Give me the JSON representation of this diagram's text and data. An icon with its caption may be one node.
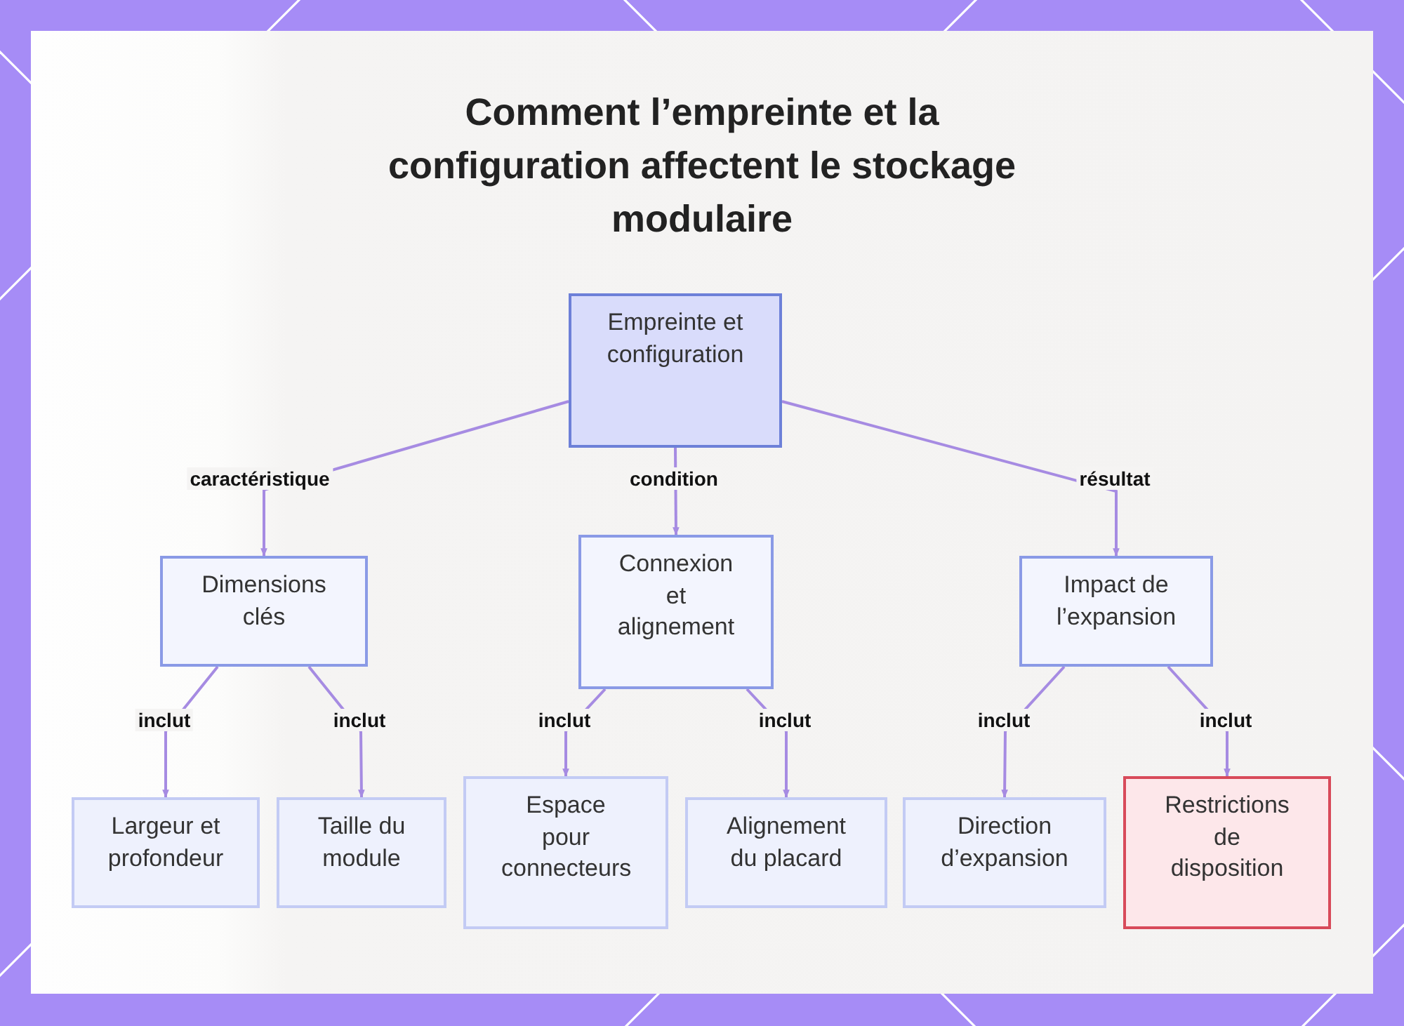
{
  "diagram": {
    "title": "Comment l’empreinte et la configuration affectent le stockage modulaire",
    "nodes": [
      {
        "text": [
          "Empreinte et configuration"
        ]
      },
      {
        "text": [
          "Dimensions clés"
        ]
      },
      {
        "text": [
          "Connexion et alignement"
        ]
      },
      {
        "text": [
          "Impact de l’expansion"
        ]
      },
      {
        "text": [
          "Largeur et profondeur"
        ]
      },
      {
        "text": [
          "Taille du module"
        ]
      },
      {
        "text": [
          "Espace pour connecteurs"
        ]
      },
      {
        "text": [
          "Alignement du placard"
        ]
      },
      {
        "text": [
          "Direction d’expansion"
        ]
      },
      {
        "text": [
          "Restrictions de disposition"
        ]
      }
    ],
    "edges": [
      {
        "from": 0,
        "to": 1,
        "arrow": "to",
        "label": "caractéristique"
      },
      {
        "from": 0,
        "to": 2,
        "arrow": "to",
        "label": "condition"
      },
      {
        "from": 0,
        "to": 3,
        "arrow": "to",
        "label": "résultat"
      },
      {
        "from": 1,
        "to": 4,
        "arrow": "to",
        "label": "inclut"
      },
      {
        "from": 1,
        "to": 5,
        "arrow": "to",
        "label": "inclut"
      },
      {
        "from": 2,
        "to": 6,
        "arrow": "to",
        "label": "inclut"
      },
      {
        "from": 2,
        "to": 7,
        "arrow": "to",
        "label": "inclut"
      },
      {
        "from": 3,
        "to": 8,
        "arrow": "to",
        "label": "inclut"
      },
      {
        "from": 3,
        "to": 9,
        "arrow": "to",
        "label": "inclut"
      }
    ]
  }
}
